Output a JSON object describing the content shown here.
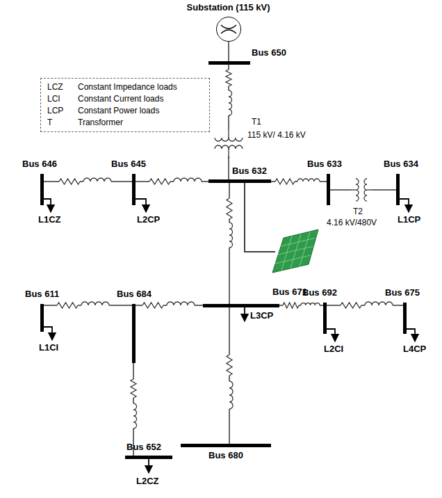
{
  "diagram": {
    "nodes": [
      {
        "text": [
          "Substation (115 kV)"
        ]
      },
      {
        "text": [
          "Bus 650"
        ]
      },
      {
        "text": [
          "Bus 646"
        ]
      },
      {
        "text": [
          "Bus 645"
        ]
      },
      {
        "text": [
          "Bus 632"
        ]
      },
      {
        "text": [
          "Bus 633"
        ]
      },
      {
        "text": [
          "Bus 634"
        ]
      },
      {
        "text": [
          "Bus 611"
        ]
      },
      {
        "text": [
          "Bus 684"
        ]
      },
      {
        "text": [
          "Bus 671"
        ]
      },
      {
        "text": [
          "Bus 692"
        ]
      },
      {
        "text": [
          "Bus 675"
        ]
      },
      {
        "text": [
          "Bus 652"
        ]
      },
      {
        "text": [
          "Bus 680"
        ]
      }
    ],
    "edges": [
      {
        "from": 0,
        "to": 1,
        "arrow": "none"
      },
      {
        "from": 1,
        "to": 4,
        "arrow": "none"
      },
      {
        "from": 4,
        "to": 3,
        "arrow": "none"
      },
      {
        "from": 3,
        "to": 2,
        "arrow": "none"
      },
      {
        "from": 4,
        "to": 5,
        "arrow": "none"
      },
      {
        "from": 5,
        "to": 6,
        "arrow": "none"
      },
      {
        "from": 4,
        "to": 9,
        "arrow": "none"
      },
      {
        "from": 9,
        "to": 8,
        "arrow": "none"
      },
      {
        "from": 8,
        "to": 7,
        "arrow": "none"
      },
      {
        "from": 8,
        "to": 12,
        "arrow": "none"
      },
      {
        "from": 9,
        "to": 10,
        "arrow": "none"
      },
      {
        "from": 10,
        "to": 11,
        "arrow": "none"
      },
      {
        "from": 9,
        "to": 13,
        "arrow": "none"
      }
    ],
    "labels": [
      "T1",
      "115 kV/ 4.16 kV",
      "T2",
      "4.16 kV/480V",
      "LCZ",
      "LCI",
      "LCP",
      "T",
      "L1CZ",
      "L2CP",
      "L1CP",
      "L3CP",
      "L1CI",
      "L2CI",
      "L4CP",
      "L2CZ"
    ],
    "legend": [
      {
        "text": "Constant Impedance loads"
      },
      {
        "text": "Constant Current loads"
      },
      {
        "text": "Constant Power loads"
      },
      {
        "text": "Transformer"
      }
    ]
  }
}
